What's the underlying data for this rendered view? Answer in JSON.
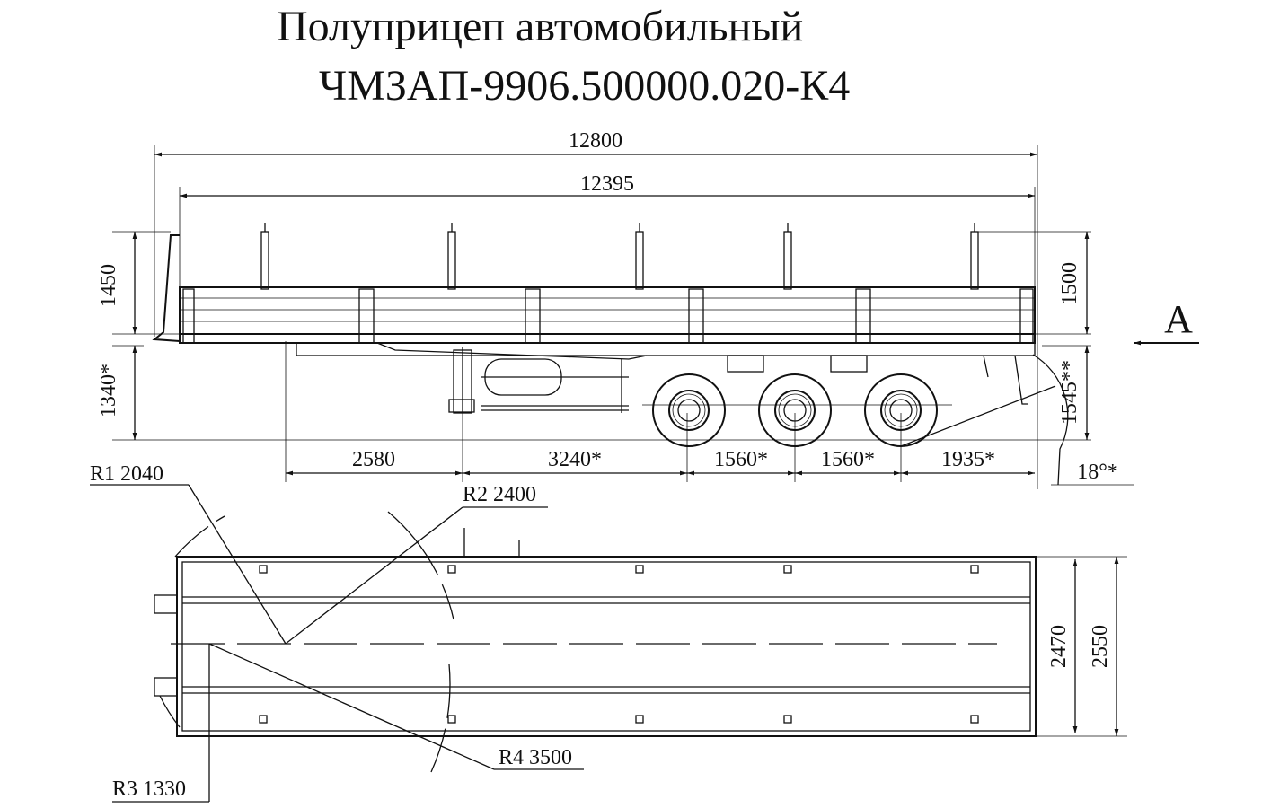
{
  "title": {
    "line1": "Полуприцеп автомобильный",
    "line2": "ЧМЗАП-9906.500000.020-К4"
  },
  "side_view": {
    "overall_length": "12800",
    "platform_length": "12395",
    "front_board_height": "1450",
    "rear_board_height": "1500",
    "front_platform_height": "1340*",
    "rear_platform_height": "1545**",
    "view_label": "А",
    "spacings": [
      "2580",
      "3240*",
      "1560*",
      "1560*",
      "1935*"
    ],
    "departure_angle": "18°*"
  },
  "top_view": {
    "inner_width": "2470",
    "outer_width": "2550",
    "radii": [
      "R1 2040",
      "R2 2400",
      "R3 1330",
      "R4 3500"
    ]
  }
}
